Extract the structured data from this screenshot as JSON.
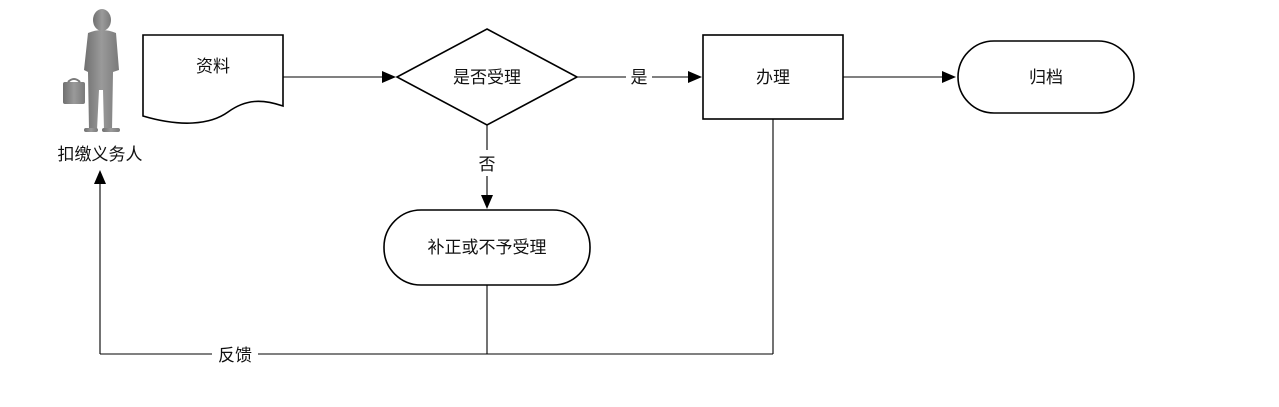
{
  "actor": {
    "label": "扣缴义务人",
    "icon": "businessman-silhouette-icon"
  },
  "nodes": {
    "materials": "资料",
    "decision": "是否受理",
    "process": "办理",
    "archive": "归档",
    "correction": "补正或不予受理"
  },
  "edges": {
    "yes_label": "是",
    "no_label": "否",
    "feedback_label": "反馈"
  },
  "colors": {
    "stroke": "#000000",
    "silhouette": "#8a8a8a",
    "background": "#ffffff"
  }
}
